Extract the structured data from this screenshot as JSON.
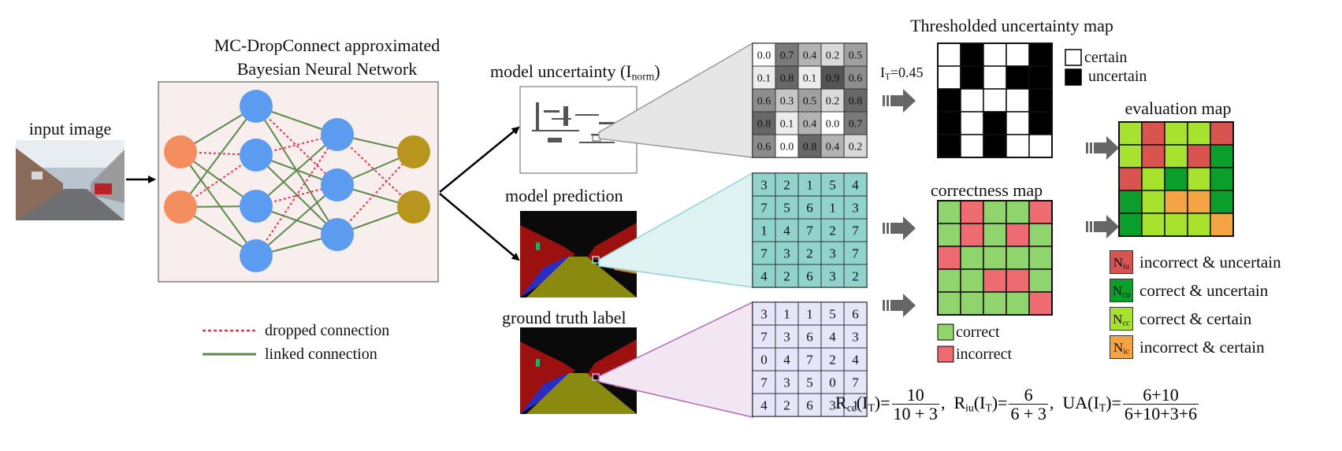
{
  "labels": {
    "input_image": "input image",
    "bnn_title_1": "MC-DropConnect approximated",
    "bnn_title_2": "Bayesian Neural Network",
    "model_uncertainty": "model uncertainty (I",
    "model_uncertainty_sub": "norm",
    "model_uncertainty_end": ")",
    "model_prediction": "model prediction",
    "ground_truth": "ground truth label",
    "thresholded": "Thresholded uncertainty map",
    "threshold_I": "I",
    "threshold_sub": "T",
    "threshold_val": "=0.45",
    "certain": "certain",
    "uncertain": "uncertain",
    "evaluation_map": "evaluation map",
    "correctness_map": "correctness map",
    "correct": "correct",
    "incorrect": "incorrect",
    "dropped_connection": "dropped connection",
    "linked_connection": "linked connection"
  },
  "legend_eval": [
    {
      "code": "N",
      "sub": "iu",
      "text": "incorrect & uncertain",
      "color": "#d9534f"
    },
    {
      "code": "N",
      "sub": "cu",
      "text": "correct & uncertain",
      "color": "#0a9e2a"
    },
    {
      "code": "N",
      "sub": "cc",
      "text": "correct & certain",
      "color": "#a6e22e"
    },
    {
      "code": "N",
      "sub": "ic",
      "text": "incorrect & certain",
      "color": "#f4a442"
    }
  ],
  "uncertainty_grid": [
    [
      "0.0",
      "0.7",
      "0.4",
      "0.2",
      "0.5"
    ],
    [
      "0.1",
      "0.8",
      "0.1",
      "0.9",
      "0.6"
    ],
    [
      "0.6",
      "0.3",
      "0.5",
      "0.2",
      "0.8"
    ],
    [
      "0.8",
      "0.1",
      "0.4",
      "0.0",
      "0.7"
    ],
    [
      "0.6",
      "0.0",
      "0.8",
      "0.4",
      "0.2"
    ]
  ],
  "prediction_grid": [
    [
      "3",
      "2",
      "1",
      "5",
      "4"
    ],
    [
      "7",
      "5",
      "6",
      "1",
      "3"
    ],
    [
      "1",
      "4",
      "7",
      "2",
      "7"
    ],
    [
      "7",
      "3",
      "2",
      "3",
      "7"
    ],
    [
      "4",
      "2",
      "6",
      "3",
      "2"
    ]
  ],
  "truth_grid": [
    [
      "3",
      "1",
      "1",
      "5",
      "6"
    ],
    [
      "7",
      "3",
      "6",
      "4",
      "3"
    ],
    [
      "0",
      "4",
      "7",
      "2",
      "4"
    ],
    [
      "7",
      "3",
      "5",
      "0",
      "7"
    ],
    [
      "4",
      "2",
      "6",
      "3",
      "1"
    ]
  ],
  "threshold_grid": [
    [
      0,
      1,
      0,
      0,
      1
    ],
    [
      0,
      1,
      0,
      1,
      1
    ],
    [
      1,
      0,
      0,
      0,
      1
    ],
    [
      1,
      0,
      1,
      0,
      1
    ],
    [
      1,
      0,
      1,
      0,
      0
    ]
  ],
  "correctness_grid": [
    [
      1,
      0,
      1,
      1,
      0
    ],
    [
      1,
      0,
      1,
      0,
      1
    ],
    [
      0,
      1,
      1,
      1,
      1
    ],
    [
      1,
      1,
      0,
      0,
      1
    ],
    [
      1,
      1,
      1,
      1,
      0
    ]
  ],
  "evaluation_grid": [
    [
      "cc",
      "iu",
      "cc",
      "cc",
      "iu"
    ],
    [
      "cc",
      "iu",
      "cc",
      "iu",
      "cu"
    ],
    [
      "iu",
      "cc",
      "cu",
      "cc",
      "cu"
    ],
    [
      "cu",
      "cc",
      "ic",
      "ic",
      "cu"
    ],
    [
      "cu",
      "cc",
      "cc",
      "cc",
      "ic"
    ]
  ],
  "colors": {
    "input_node": "#f58e5e",
    "hidden_node": "#5b9cf0",
    "output_node": "#b8961e",
    "dropped": "#e8344e",
    "linked": "#5b8a4a",
    "nn_bg": "#f8eeee",
    "pred_grid_bg": "#8fd3cc",
    "truth_grid_bg": "#e6e6fa",
    "correct": "#90d46d",
    "incorrect": "#ee6b72",
    "iu": "#d9534f",
    "cu": "#0a9e2a",
    "cc": "#a6e22e",
    "ic": "#f4a442"
  },
  "formula": {
    "rcc": "R",
    "rcc_sub": "cc",
    "rcc_arg": "(I",
    "rcc_arg_sub": "T",
    "rcc_eq": ")=",
    "rcc_num": "10",
    "rcc_den": "10 + 3",
    "riu": "R",
    "riu_sub": "iu",
    "riu_arg": "(I",
    "riu_arg_sub": "T",
    "riu_eq": ")=",
    "riu_num": "6",
    "riu_den": "6 + 3",
    "ua": "UA(I",
    "ua_sub": "T",
    "ua_eq": ")=",
    "ua_num": "6+10",
    "ua_den": "6+10+3+6"
  }
}
